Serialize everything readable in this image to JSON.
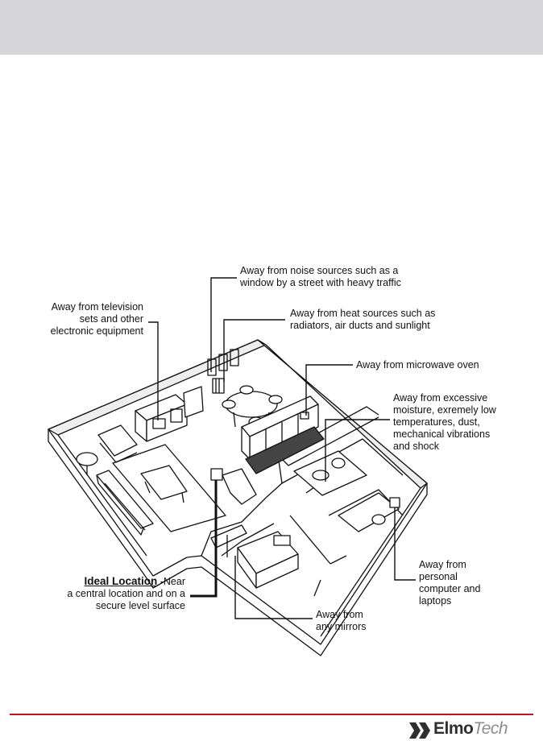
{
  "labels": {
    "noise": [
      "Away from noise sources such as a",
      "window by a street with heavy traffic"
    ],
    "television": [
      "Away from television",
      "sets and other",
      "electronic equipment"
    ],
    "heat": [
      "Away from heat sources such as",
      "radiators, air ducts and sunlight"
    ],
    "microwave": [
      "Away from microwave oven"
    ],
    "moisture": [
      "Away from excessive",
      "moisture, exremely low",
      "temperatures, dust,",
      "mechanical vibrations",
      "and  shock"
    ],
    "computer": [
      "Away from",
      "personal",
      "computer and",
      "laptops"
    ],
    "mirrors": [
      "Away from",
      "any mirrors"
    ],
    "ideal": {
      "title": "Ideal Location",
      "title_suffix": " -Near",
      "lines": [
        "a central location and on a",
        "secure level surface"
      ]
    }
  },
  "logo": {
    "bold": "Elmo",
    "light": "Tech"
  },
  "colors": {
    "header": "#d6d6d8",
    "footer_rule": "#c0161c",
    "line": "#111111"
  }
}
